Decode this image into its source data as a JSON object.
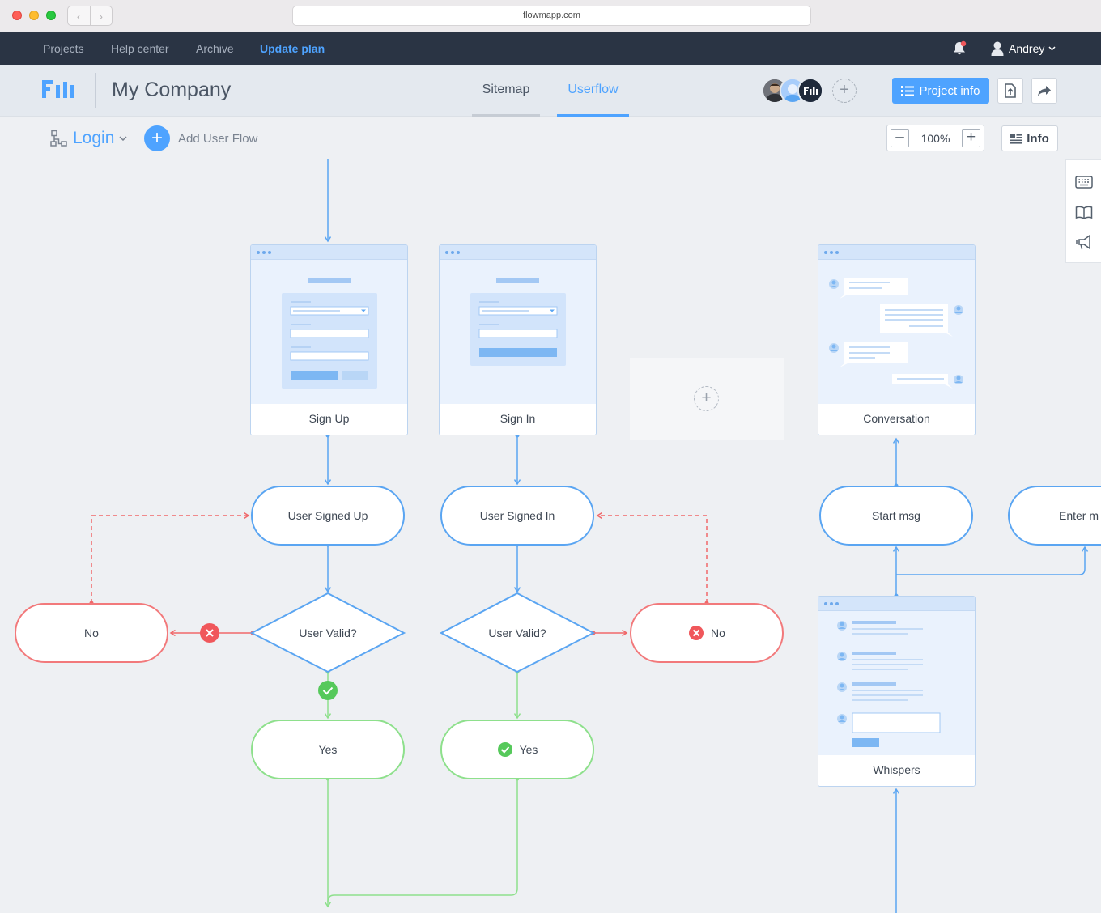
{
  "browser": {
    "url": "flowmapp.com"
  },
  "topnav": {
    "items": [
      "Projects",
      "Help center",
      "Archive"
    ],
    "update_plan": "Update plan",
    "user": "Andrey"
  },
  "project": {
    "logo": "FM",
    "name": "My Company",
    "tabs": [
      "Sitemap",
      "Userflow"
    ],
    "active_tab": "Userflow",
    "project_info_label": "Project info"
  },
  "toolbar": {
    "flow_name": "Login",
    "add_flow_label": "Add User Flow",
    "zoom": "100%",
    "info_label": "Info"
  },
  "flow": {
    "screens": {
      "sign_up": "Sign Up",
      "sign_in": "Sign In",
      "conversation": "Conversation",
      "whispers": "Whispers"
    },
    "events": {
      "user_signed_up": "User Signed Up",
      "user_signed_in": "User Signed In",
      "start_msg": "Start msg",
      "enter_msg": "Enter m"
    },
    "decisions": {
      "left": "User Valid?",
      "right": "User Valid?"
    },
    "outcomes": {
      "no_left": "No",
      "no_right": "No",
      "yes_left": "Yes",
      "yes_right": "Yes"
    }
  },
  "colors": {
    "accent": "#4ea3ff",
    "navbar": "#2a3444",
    "flow_blue": "#5aa5f2",
    "flow_red": "#f0686a",
    "flow_green": "#8ee08c",
    "check_green": "#56c95b"
  },
  "icons": [
    "bell-icon",
    "user-icon",
    "flow-icon",
    "plus-icon",
    "minus-icon",
    "list-icon",
    "export-icon",
    "share-icon",
    "keyboard-icon",
    "book-icon",
    "megaphone-icon",
    "check-icon",
    "close-icon"
  ]
}
